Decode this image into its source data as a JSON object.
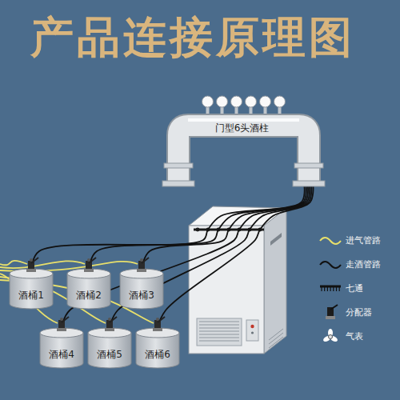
{
  "diagram": {
    "title": "产品连接原理图",
    "nodes": [
      {
        "text": [
          "门型6头酒柱"
        ]
      },
      {
        "text": [
          "酒桶1"
        ]
      },
      {
        "text": [
          "酒桶2"
        ]
      },
      {
        "text": [
          "酒桶3"
        ]
      },
      {
        "text": [
          "酒桶4"
        ]
      },
      {
        "text": [
          "酒桶5"
        ]
      },
      {
        "text": [
          "酒桶6"
        ]
      }
    ],
    "edges": [
      {
        "from": 1,
        "to": 0,
        "arrow": "none"
      },
      {
        "from": 2,
        "to": 0,
        "arrow": "none"
      },
      {
        "from": 3,
        "to": 0,
        "arrow": "none"
      },
      {
        "from": 4,
        "to": 0,
        "arrow": "none"
      },
      {
        "from": 5,
        "to": 0,
        "arrow": "none"
      },
      {
        "from": 6,
        "to": 0,
        "arrow": "none"
      }
    ],
    "legend": [
      {
        "text": "进气管路"
      },
      {
        "text": "走酒管路"
      },
      {
        "text": "七通"
      },
      {
        "text": "分配器"
      },
      {
        "text": "气表"
      }
    ]
  }
}
